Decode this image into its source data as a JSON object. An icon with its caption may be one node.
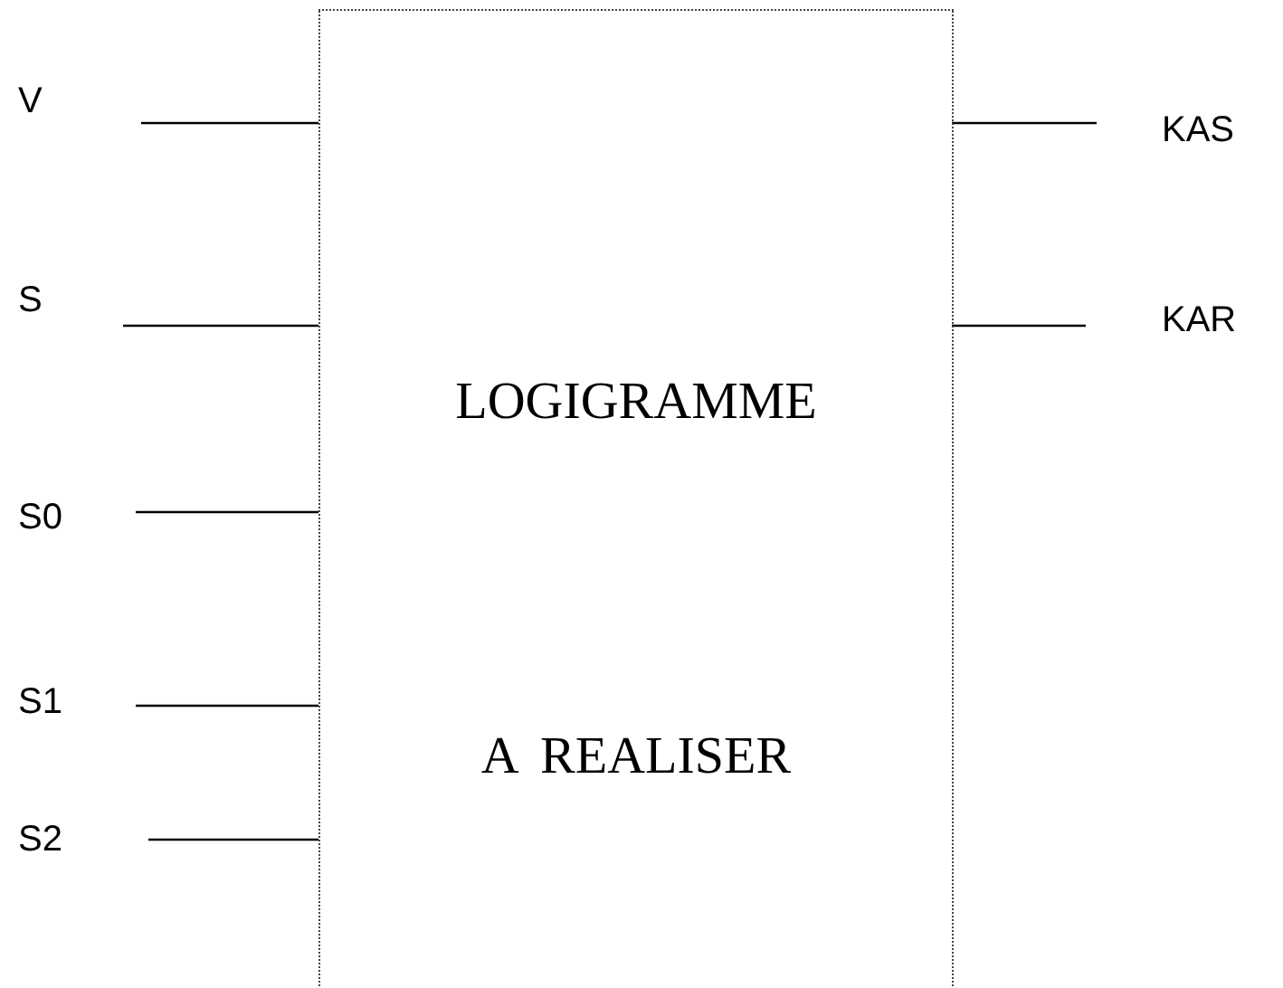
{
  "diagram": {
    "nodes": [
      {
        "text": [
          "LOGIGRAMME",
          "A REALISER"
        ]
      },
      {
        "text": [
          "V"
        ]
      },
      {
        "text": [
          "S"
        ]
      },
      {
        "text": [
          "S0"
        ]
      },
      {
        "text": [
          "S1"
        ]
      },
      {
        "text": [
          "S2"
        ]
      },
      {
        "text": [
          "KAS"
        ]
      },
      {
        "text": [
          "KAR"
        ]
      }
    ],
    "edges": [
      {
        "from": 1,
        "to": 0,
        "arrow": "none"
      },
      {
        "from": 2,
        "to": 0,
        "arrow": "none"
      },
      {
        "from": 3,
        "to": 0,
        "arrow": "none"
      },
      {
        "from": 4,
        "to": 0,
        "arrow": "none"
      },
      {
        "from": 5,
        "to": 0,
        "arrow": "none"
      },
      {
        "from": 0,
        "to": 6,
        "arrow": "none"
      },
      {
        "from": 0,
        "to": 7,
        "arrow": "none"
      }
    ]
  }
}
